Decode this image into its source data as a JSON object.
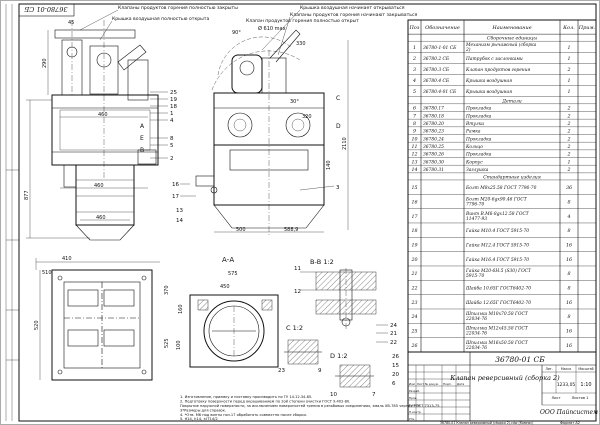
{
  "stamp_top": "36780-01 СБ",
  "callouts": {
    "c1": "Клапаны продуктов горения полностью закрыты",
    "c2": "Крышка воздушная полностью открыта",
    "c3": "Крышка воздушная начинает открываться",
    "c4": "Клапаны продуктов горения начинают закрываться",
    "c5": "Клапан продуктов горения полностью открыт"
  },
  "dims": {
    "d290": "290",
    "d45": "45",
    "d610": "Ø 610 max",
    "d90": "90°",
    "d330": "330",
    "d460": "460",
    "d460b": "460",
    "d460c": "460",
    "d320": "320",
    "d30": "30°",
    "d500": "500",
    "d5889": "588,9",
    "d140": "140",
    "d877": "877",
    "d2110": "2110",
    "d410": "410",
    "d510": "510",
    "d575": "575",
    "d450": "450",
    "d100": "100",
    "d160": "160",
    "d520": "520",
    "d370": "370",
    "d525": "525"
  },
  "sections": {
    "aa": "А-А",
    "bb": "В-В 1:2",
    "cc": "С 1:2",
    "dd": "D 1:2",
    "a_left": "А",
    "e": "Е",
    "b_left": "В",
    "c_right": "С",
    "d_right": "D"
  },
  "positions": [
    "25",
    "19",
    "18",
    "1",
    "4",
    "8",
    "5",
    "2",
    "3",
    "16",
    "17",
    "13",
    "14",
    "11",
    "12",
    "23",
    "9",
    "10",
    "7",
    "24",
    "21",
    "22",
    "26",
    "15",
    "20",
    "6"
  ],
  "bom": {
    "headers": [
      "Поз",
      "Обозначение",
      "Наименование",
      "Кол.",
      "Прим."
    ],
    "groups": {
      "assemblies": "Сборочные единицы",
      "parts": "Детали",
      "standard": "Стандартные изделия"
    },
    "rows_assemblies": [
      {
        "pos": "1",
        "code": "36780-1-01 СБ",
        "name": "Механизм рычажный (сборка 2)",
        "qty": "1"
      },
      {
        "pos": "2",
        "code": "36780.2 СБ",
        "name": "Патрубок с заслонками",
        "qty": "1"
      },
      {
        "pos": "3",
        "code": "36780.3 СБ",
        "name": "Клапан продуктов горения",
        "qty": "2"
      },
      {
        "pos": "4",
        "code": "36780.4 СБ",
        "name": "Крышка воздушная",
        "qty": "1"
      },
      {
        "pos": "5",
        "code": "36780.4-01 СБ",
        "name": "Крышка воздушная",
        "qty": "1"
      }
    ],
    "rows_parts": [
      {
        "pos": "6",
        "code": "36780.17",
        "name": "Прокладка",
        "qty": "2"
      },
      {
        "pos": "7",
        "code": "36780.18",
        "name": "Прокладка",
        "qty": "2"
      },
      {
        "pos": "8",
        "code": "36780.20",
        "name": "Втулка",
        "qty": "2"
      },
      {
        "pos": "9",
        "code": "36780.23",
        "name": "Рамка",
        "qty": "2"
      },
      {
        "pos": "10",
        "code": "36780.24",
        "name": "Прокладка",
        "qty": "2"
      },
      {
        "pos": "11",
        "code": "36780.25",
        "name": "Кольцо",
        "qty": "2"
      },
      {
        "pos": "12",
        "code": "36780.26",
        "name": "Прокладка",
        "qty": "2"
      },
      {
        "pos": "13",
        "code": "36780.30",
        "name": "Корпус",
        "qty": "1"
      },
      {
        "pos": "14",
        "code": "36780.31",
        "name": "Заглушка",
        "qty": "2"
      }
    ],
    "rows_standard": [
      {
        "pos": "15",
        "code": "",
        "name": "Болт М8х25.58 ГОСТ 7796-70",
        "qty": "36"
      },
      {
        "pos": "16",
        "code": "",
        "name": "Болт М20-6gх90.46 ГОСТ 7796-70",
        "qty": "8"
      },
      {
        "pos": "17",
        "code": "",
        "name": "Винт В.М6-8gх12.58 ГОСТ 11477-93",
        "qty": "4"
      },
      {
        "pos": "18",
        "code": "",
        "name": "Гайка М10.4 ГОСТ 5915-70",
        "qty": "8"
      },
      {
        "pos": "19",
        "code": "",
        "name": "Гайка М12.4 ГОСТ 5915-70",
        "qty": "16"
      },
      {
        "pos": "20",
        "code": "",
        "name": "Гайка М16.4 ГОСТ 5915-70",
        "qty": "16"
      },
      {
        "pos": "21",
        "code": "",
        "name": "Гайка М20-6Н.5 (S30) ГОСТ 5915-70",
        "qty": "8"
      },
      {
        "pos": "22",
        "code": "",
        "name": "Шайба 10.65Г ГОСТ6402-70",
        "qty": "8"
      },
      {
        "pos": "23",
        "code": "",
        "name": "Шайба 12.65Г ГОСТ6402-70",
        "qty": "16"
      },
      {
        "pos": "24",
        "code": "",
        "name": "Шпилька М10х70.58 ГОСТ 22034-76",
        "qty": "8"
      },
      {
        "pos": "25",
        "code": "",
        "name": "Шпилька М12х45.58 ГОСТ 22034-76",
        "qty": "16"
      },
      {
        "pos": "26",
        "code": "",
        "name": "Шпилька М16х50.58 ГОСТ 22034-76",
        "qty": "16"
      }
    ]
  },
  "notes": [
    "1. Изготовление, приемку и поставку производить по ТУ 14.12.34-85.",
    "2. Подготовку поверхности перед окрашиванием по 2ой степени очистки ГОСТ 9.402-80.",
    "Покрытие наружной поверхности, за исключением поверхностей трения в резьбовых соединениях, эмаль ХВ-785 черная ГОСТ 7313-75",
    "3*Размеры для справок.",
    "4. *Отв. М6 под винты поз.17 обработать совместно после сборки.",
    "5. Н14, h14, ±IT14/2"
  ],
  "titleblock": {
    "code": "36780-01 СБ",
    "name": "Клапан реверсивный (сборка 2)",
    "letter": "",
    "mass": "1233,05",
    "scale": "1:10",
    "company": "ООО Пайпсистем",
    "roles": [
      "Разраб.",
      "Пров.",
      "Т.контр.",
      "Н.контр.",
      "Утв."
    ],
    "cols": [
      "Изм",
      "Лист",
      "№ докум.",
      "Подп.",
      "Дата"
    ],
    "hdr_lit": "Лит.",
    "hdr_mass": "Масса",
    "hdr_scale": "Масштаб",
    "sheet": "Лист",
    "sheets": "Листов 1",
    "format": "Формат А2",
    "footer": "36780-01 Клапан реверсивный (сборка 2).cdw (Компас)"
  }
}
